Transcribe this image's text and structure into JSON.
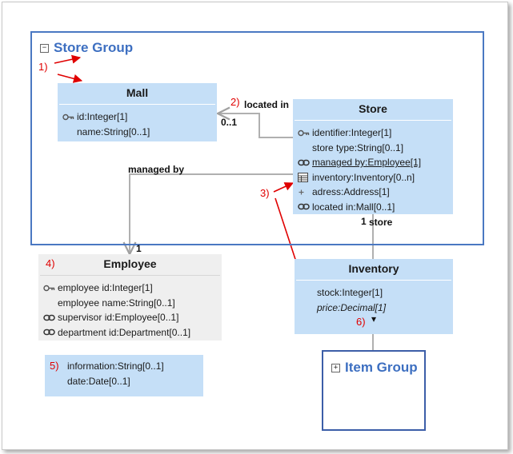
{
  "store_group": {
    "title": "Store Group",
    "toggle": "−"
  },
  "item_group": {
    "title": "Item Group",
    "toggle": "+"
  },
  "mall": {
    "name": "Mall",
    "attributes": [
      {
        "icon": "key-icon",
        "text": "id:Integer[1]"
      },
      {
        "icon": "",
        "text": "name:String[0..1]"
      }
    ]
  },
  "store": {
    "name": "Store",
    "attributes": [
      {
        "icon": "key-icon",
        "text": "identifier:Integer[1]"
      },
      {
        "icon": "",
        "text": "store type:String[0..1]"
      },
      {
        "icon": "link-icon",
        "text": "managed by:Employee[1]"
      },
      {
        "icon": "table-icon",
        "text": "inventory:Inventory[0..n]"
      },
      {
        "icon": "plus-icon",
        "text": "adress:Address[1]"
      },
      {
        "icon": "link-icon",
        "text": "located in:Mall[0..1]"
      }
    ]
  },
  "employee": {
    "name": "Employee",
    "attributes": [
      {
        "icon": "key-icon",
        "text": "employee id:Integer[1]"
      },
      {
        "icon": "",
        "text": "employee name:String[0..1]"
      },
      {
        "icon": "link-icon",
        "text": "supervisor id:Employee[0..1]"
      },
      {
        "icon": "link-icon",
        "text": "department id:Department[0..1]"
      }
    ]
  },
  "inventory": {
    "name": "Inventory",
    "attributes": [
      {
        "icon": "",
        "text": "stock:Integer[1]"
      },
      {
        "icon": "",
        "text": "price:Decimal[1]"
      }
    ],
    "dropdown": "▾"
  },
  "unnamed_class": {
    "attributes": [
      {
        "icon": "",
        "text": "information:String[0..1]"
      },
      {
        "icon": "",
        "text": "date:Date[0..1]"
      }
    ]
  },
  "relations": {
    "located_in": {
      "label": "located in",
      "mult": "0..1"
    },
    "managed_by": {
      "label": "managed by",
      "mult": "1"
    },
    "store_inventory": {
      "label": "store",
      "mult": "1"
    }
  },
  "annotations": {
    "a1": "1)",
    "a2": "2)",
    "a3": "3)",
    "a4": "4)",
    "a5": "5)",
    "a6": "6)"
  },
  "colors": {
    "group_border": "#4a78c2",
    "class_fill": "#c5dff7",
    "grey_fill": "#efefef",
    "annotation": "#e00000",
    "connector": "#b0b0b0"
  }
}
